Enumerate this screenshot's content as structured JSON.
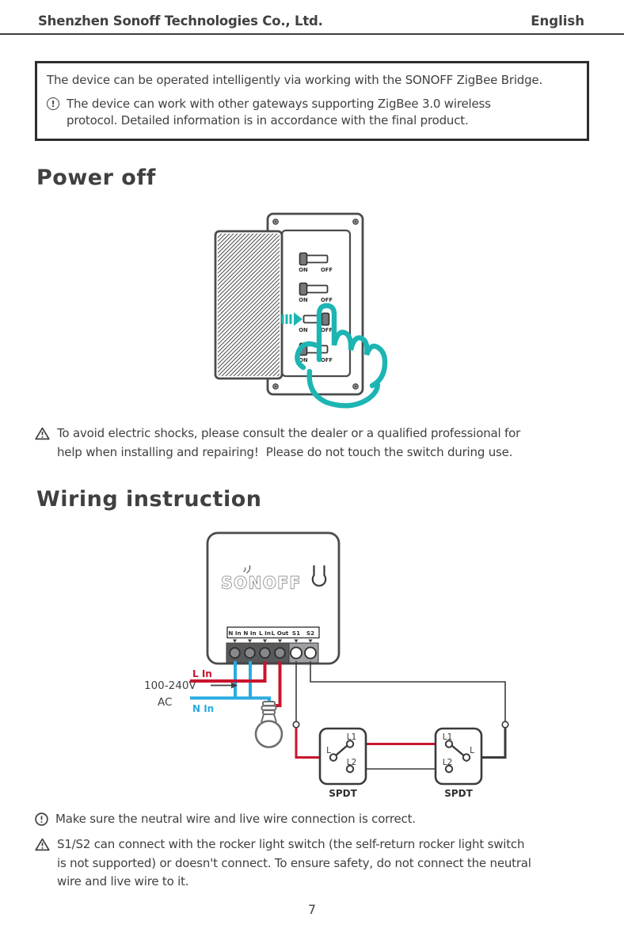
{
  "header": {
    "company": "Shenzhen Sonoff Technologies Co., Ltd.",
    "language": "English"
  },
  "notice_box": {
    "line1": "The device can be operated intelligently via working with the SONOFF ZigBee Bridge.",
    "note_lines": [
      "The device can work with other gateways supporting ZigBee 3.0 wireless",
      "protocol. Detailed information is in accordance with the final product."
    ]
  },
  "power_off": {
    "title": "Power off",
    "switch_on": "ON",
    "switch_off": "OFF",
    "warning_lines": [
      "To avoid electric shocks, please consult the dealer or a qualified professional for",
      "help when installing and repairing!  Please do not touch the switch during use."
    ]
  },
  "wiring": {
    "title": "Wiring instruction",
    "brand": "SONOFF",
    "terminals": [
      "N In",
      "N In",
      "L In",
      "L Out",
      "S1",
      "S2"
    ],
    "wire_labels": {
      "l_in": "L In",
      "n_in": "N In",
      "supply": "100-240V",
      "ac": "AC"
    },
    "switch_labels": {
      "l": "L",
      "l1": "L1",
      "l2": "L2",
      "spdt": "SPDT"
    },
    "note": "Make sure the neutral wire and live wire connection is correct.",
    "warning_lines": [
      "S1/S2 can connect with the rocker light switch (the self-return rocker light switch",
      "is not supported) or doesn't connect. To ensure safety, do not connect the neutral",
      "wire and live wire to it."
    ]
  },
  "footer": {
    "page_number": "7"
  },
  "icons": {
    "exclamation": "!"
  },
  "colors": {
    "teal": "#1cb5b2",
    "red": "#c9142e",
    "blue": "#29abe2",
    "dark_text": "#414042"
  }
}
